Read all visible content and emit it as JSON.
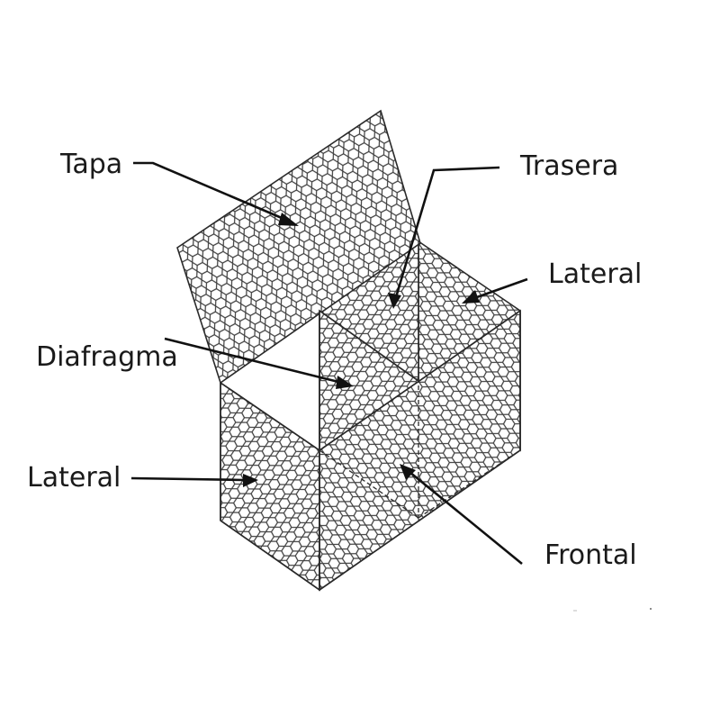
{
  "labels": {
    "tapa": "Tapa",
    "trasera": "Trasera",
    "lateral_right": "Lateral",
    "diafragma": "Diafragma",
    "lateral_left": "Lateral",
    "frontal": "Frontal"
  }
}
